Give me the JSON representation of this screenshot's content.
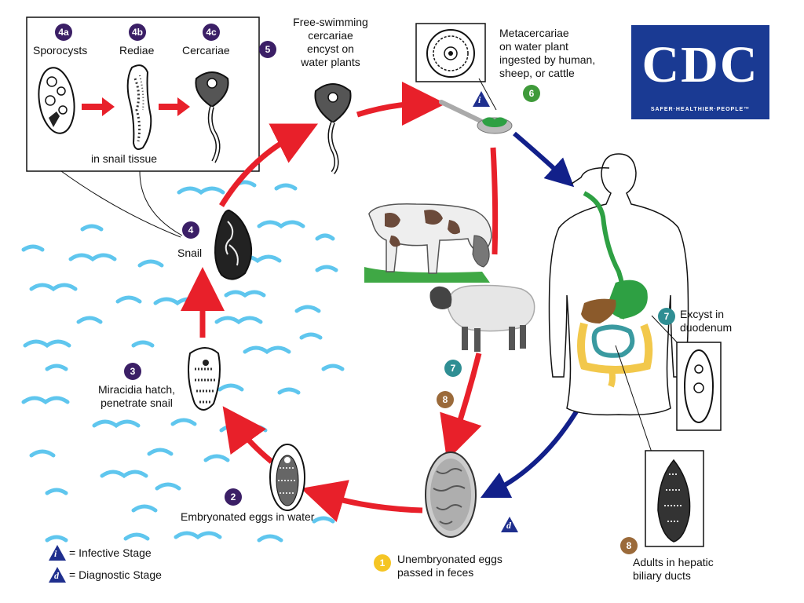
{
  "logo": {
    "text": "CDC",
    "tagline": "SAFER·HEALTHIER·PEOPLE™"
  },
  "colors": {
    "arrow_red": "#e8202a",
    "arrow_blue": "#12208a",
    "water": "#5fc6ee",
    "badge_purple": "#3b1f66",
    "badge_green": "#3f9a3a",
    "badge_teal": "#2f8e93",
    "badge_brown": "#9b6a3a",
    "badge_yellow": "#f5c524",
    "logo_blue": "#1a3a93",
    "gut_green": "#2ea043",
    "liver_brown": "#8b5a2b",
    "intestine_yellow": "#f2c84b",
    "small_intestine_teal": "#3a9aa0"
  },
  "inset": {
    "badges": {
      "a": "4a",
      "b": "4b",
      "c": "4c"
    },
    "labels": {
      "a": "Sporocysts",
      "b": "Rediae",
      "c": "Cercariae"
    },
    "caption": "in snail tissue"
  },
  "stages": {
    "s1": {
      "badge": "1",
      "label_line1": "Unembryonated eggs",
      "label_line2": "passed in feces"
    },
    "s2": {
      "badge": "2",
      "label": "Embryonated eggs in water"
    },
    "s3": {
      "badge": "3",
      "label_line1": "Miracidia hatch,",
      "label_line2": "penetrate snail"
    },
    "s4": {
      "badge": "4",
      "label": "Snail"
    },
    "s5": {
      "badge": "5",
      "label_line1": "Free-swimming",
      "label_line2": "cercariae",
      "label_line3": "encyst on",
      "label_line4": "water plants"
    },
    "s6": {
      "badge": "6",
      "label_line1": "Metacercariae",
      "label_line2": "on water plant",
      "label_line3": "ingested by human,",
      "label_line4": "sheep, or cattle"
    },
    "s7": {
      "badge": "7",
      "label_line1": "Excyst in",
      "label_line2": "duodenum"
    },
    "s7_sheep": {
      "badge": "7"
    },
    "s8": {
      "badge": "8",
      "label_line1": "Adults in hepatic",
      "label_line2": "biliary ducts"
    },
    "s8_sheep": {
      "badge": "8"
    }
  },
  "markers": {
    "infective": "i",
    "diagnostic": "d"
  },
  "legend": {
    "infective": {
      "symbol": "i",
      "label": "= Infective Stage"
    },
    "diagnostic": {
      "symbol": "d",
      "label": "= Diagnostic Stage"
    }
  },
  "icons": [
    "sporocyst-icon",
    "redia-icon",
    "cercaria-icon",
    "snail-icon",
    "cow-icon",
    "sheep-icon",
    "human-body-icon",
    "spoon-plant-icon",
    "egg-icon",
    "adult-fluke-icon"
  ]
}
